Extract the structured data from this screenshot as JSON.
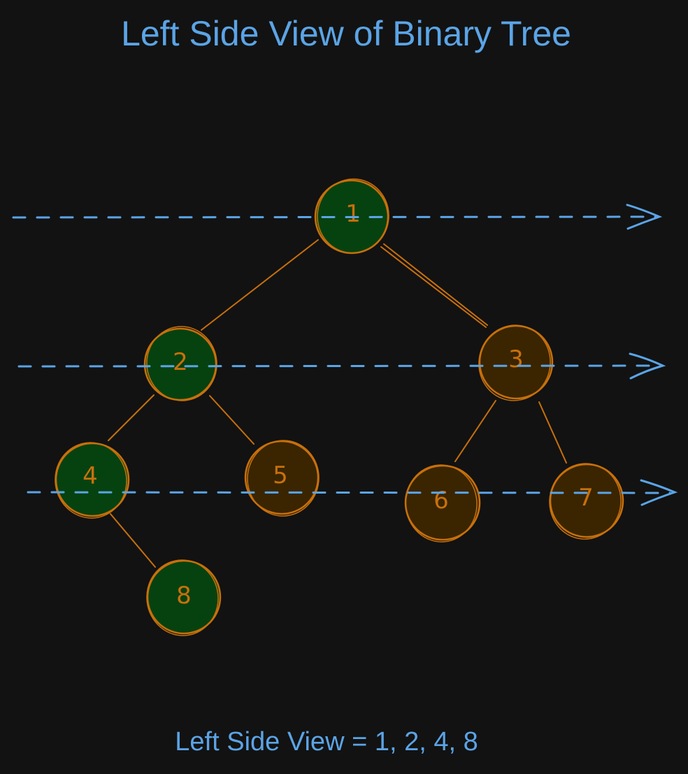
{
  "title": "Left Side View of Binary Tree",
  "caption": "Left Side View = 1, 2, 4, 8",
  "colors": {
    "background": "#121212",
    "text_blue": "#5ba4e6",
    "node_stroke": "#c8700c",
    "left_view_fill": "#06420f",
    "other_fill": "#3a2500",
    "edge": "#c8700c",
    "level_line": "#5ba4e6"
  },
  "tree": {
    "nodes": [
      {
        "id": 1,
        "label": "1",
        "level": 0,
        "in_left_view": true
      },
      {
        "id": 2,
        "label": "2",
        "level": 1,
        "in_left_view": true
      },
      {
        "id": 3,
        "label": "3",
        "level": 1,
        "in_left_view": false
      },
      {
        "id": 4,
        "label": "4",
        "level": 2,
        "in_left_view": true
      },
      {
        "id": 5,
        "label": "5",
        "level": 2,
        "in_left_view": false
      },
      {
        "id": 6,
        "label": "6",
        "level": 2,
        "in_left_view": false
      },
      {
        "id": 7,
        "label": "7",
        "level": 2,
        "in_left_view": false
      },
      {
        "id": 8,
        "label": "8",
        "level": 3,
        "in_left_view": true
      }
    ],
    "edges": [
      {
        "from": 1,
        "to": 2
      },
      {
        "from": 1,
        "to": 3
      },
      {
        "from": 2,
        "to": 4
      },
      {
        "from": 2,
        "to": 5
      },
      {
        "from": 3,
        "to": 6
      },
      {
        "from": 3,
        "to": 7
      },
      {
        "from": 4,
        "to": 8
      }
    ],
    "level_arrows": [
      {
        "level": 0,
        "style": "dashed",
        "direction": "right"
      },
      {
        "level": 1,
        "style": "dashed",
        "direction": "right"
      },
      {
        "level": 2,
        "style": "dashed",
        "direction": "right"
      }
    ],
    "left_side_view": [
      1,
      2,
      4,
      8
    ]
  }
}
